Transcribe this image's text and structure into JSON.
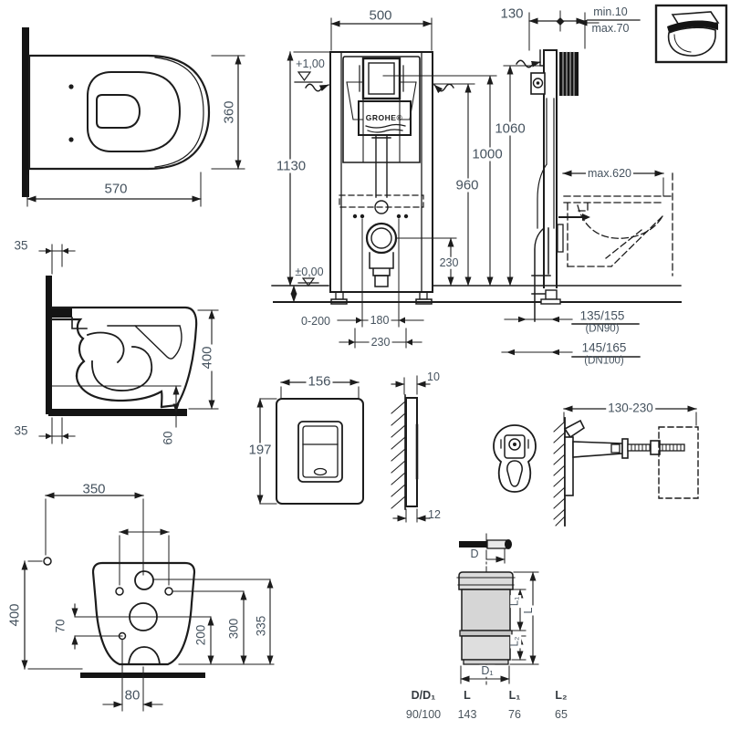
{
  "drawing": {
    "top_view": {
      "width": "570",
      "depth": "360"
    },
    "front_view": {
      "width": "500",
      "height": "1130",
      "meter_mark": "+1,00",
      "floor_mark": "±0,00",
      "feet_adjust": "0-200",
      "spacing_180": "180",
      "spacing_230": "230",
      "outlet_height": "230",
      "dim_960": "960",
      "dim_1000": "1000",
      "dim_1060": "1060",
      "brand": "GROHE®"
    },
    "side_view": {
      "depth_130": "130",
      "tile_min": "min.10",
      "tile_max": "max.70",
      "max_620": "max.620",
      "outlet_dn90": "135/155",
      "outlet_dn90_label": "(DN90)",
      "outlet_dn100": "145/165",
      "outlet_dn100_label": "(DN100)"
    },
    "section_view": {
      "offset_top": "35",
      "offset_bottom": "35",
      "height": "400",
      "clearance": "60"
    },
    "flush_plate": {
      "width": "156",
      "height": "197",
      "depth_top": "10",
      "depth_bottom": "12"
    },
    "bracket": {
      "adjust_range": "130-230"
    },
    "bottom_view": {
      "dim_350": "350",
      "dim_400": "400",
      "dim_70": "70",
      "dim_80": "80",
      "dim_200": "200",
      "dim_300": "300",
      "dim_335": "335"
    },
    "pipe": {
      "label_d": "D",
      "label_d1": "D₁",
      "label_l": "L",
      "label_l1": "L₁",
      "label_l2": "L₂",
      "table": {
        "header_dd1": "D/D₁",
        "header_l": "L",
        "header_l1": "L₁",
        "header_l2": "L₂",
        "value_dd1": "90/100",
        "value_l": "143",
        "value_l1": "76",
        "value_l2": "65"
      }
    }
  }
}
